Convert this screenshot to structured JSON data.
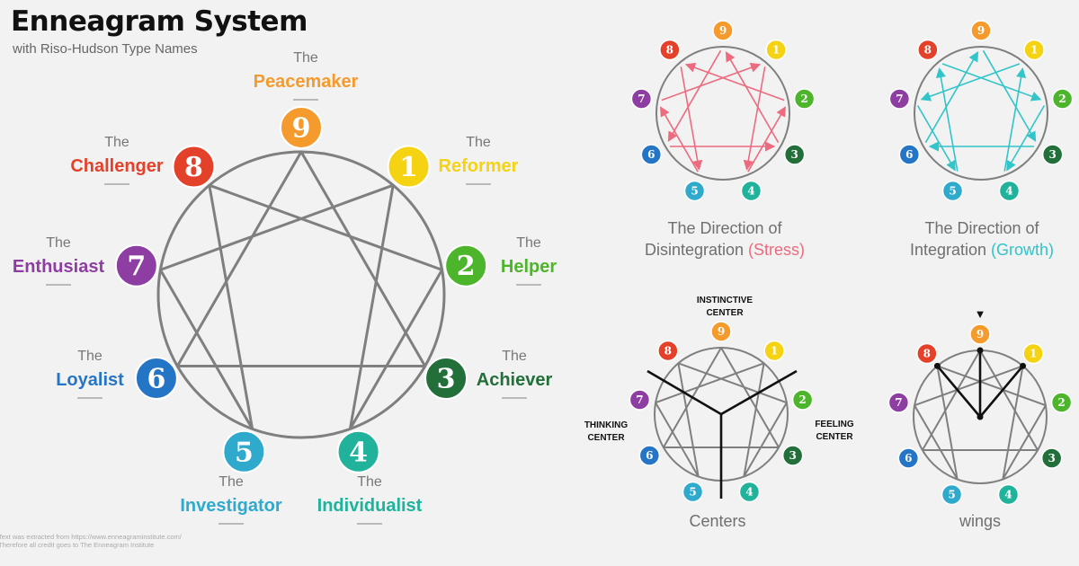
{
  "header": {
    "title": "Enneagram System",
    "subtitle": "with Riso-Hudson Type Names"
  },
  "credit": {
    "line1": "Text was extracted from https://www.enneagraminstitute.com/",
    "line2": "Therefore all credit goes to The Enneagram Institute"
  },
  "the_word": "The",
  "types": [
    {
      "number": "1",
      "name": "Reformer",
      "color": "#f5d312"
    },
    {
      "number": "2",
      "name": "Helper",
      "color": "#4db52b"
    },
    {
      "number": "3",
      "name": "Achiever",
      "color": "#226f3a"
    },
    {
      "number": "4",
      "name": "Individualist",
      "color": "#20b29a"
    },
    {
      "number": "5",
      "name": "Investigator",
      "color": "#2faacd"
    },
    {
      "number": "6",
      "name": "Loyalist",
      "color": "#2575c7"
    },
    {
      "number": "7",
      "name": "Enthusiast",
      "color": "#8e3ea2"
    },
    {
      "number": "8",
      "name": "Challenger",
      "color": "#e4412a"
    },
    {
      "number": "9",
      "name": "Peacemaker",
      "color": "#f59a2c"
    }
  ],
  "lines": {
    "hexad": [
      "1",
      "4",
      "2",
      "8",
      "5",
      "7",
      "1"
    ],
    "triangle": [
      "3",
      "6",
      "9",
      "3"
    ],
    "disintegration_arrows": [
      [
        "1",
        "4"
      ],
      [
        "4",
        "2"
      ],
      [
        "2",
        "8"
      ],
      [
        "8",
        "5"
      ],
      [
        "5",
        "7"
      ],
      [
        "7",
        "1"
      ],
      [
        "9",
        "6"
      ],
      [
        "6",
        "3"
      ],
      [
        "3",
        "9"
      ]
    ],
    "integration_arrows": [
      [
        "1",
        "7"
      ],
      [
        "7",
        "5"
      ],
      [
        "5",
        "8"
      ],
      [
        "8",
        "2"
      ],
      [
        "2",
        "4"
      ],
      [
        "4",
        "1"
      ],
      [
        "9",
        "3"
      ],
      [
        "3",
        "6"
      ],
      [
        "6",
        "9"
      ]
    ]
  },
  "colors": {
    "line": "#7f7f7f",
    "stress": "#ec6b7f",
    "growth": "#31c4c8",
    "center_lines": "#111111"
  },
  "panels": {
    "disintegration": {
      "line1": "The Direction of",
      "line2": "Disintegration",
      "highlight": "(Stress)"
    },
    "integration": {
      "line1": "The Direction of",
      "line2": "Integration",
      "highlight": "(Growth)"
    },
    "centers": {
      "caption": "Centers",
      "instinctive": [
        "INSTINCTIVE",
        "CENTER"
      ],
      "thinking": [
        "THINKING",
        "CENTER"
      ],
      "feeling": [
        "FEELING",
        "CENTER"
      ]
    },
    "wings": {
      "caption": "wings",
      "focus_type": "9",
      "wing_types": [
        "8",
        "1"
      ],
      "marker": "▼"
    }
  }
}
